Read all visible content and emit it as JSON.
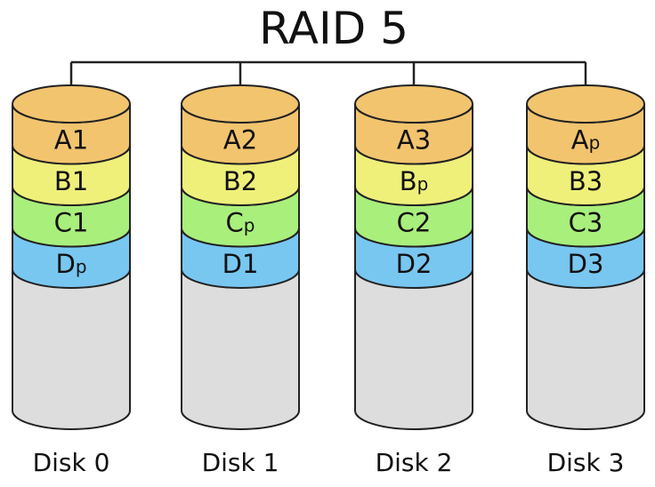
{
  "title": "RAID 5",
  "colors": {
    "row_a": "#f2c46e",
    "row_b": "#eff07a",
    "row_c": "#a9ef7c",
    "row_d": "#78c7f1",
    "empty": "#dddddd",
    "stroke": "#222222"
  },
  "disks": [
    {
      "name": "Disk 0",
      "blocks": [
        {
          "base": "A",
          "sub": "1"
        },
        {
          "base": "B",
          "sub": "1"
        },
        {
          "base": "C",
          "sub": "1"
        },
        {
          "base": "D",
          "sub": "p"
        }
      ]
    },
    {
      "name": "Disk 1",
      "blocks": [
        {
          "base": "A",
          "sub": "2"
        },
        {
          "base": "B",
          "sub": "2"
        },
        {
          "base": "C",
          "sub": "p"
        },
        {
          "base": "D",
          "sub": "1"
        }
      ]
    },
    {
      "name": "Disk 2",
      "blocks": [
        {
          "base": "A",
          "sub": "3"
        },
        {
          "base": "B",
          "sub": "p"
        },
        {
          "base": "C",
          "sub": "2"
        },
        {
          "base": "D",
          "sub": "2"
        }
      ]
    },
    {
      "name": "Disk 3",
      "blocks": [
        {
          "base": "A",
          "sub": "p"
        },
        {
          "base": "B",
          "sub": "3"
        },
        {
          "base": "C",
          "sub": "3"
        },
        {
          "base": "D",
          "sub": "3"
        }
      ]
    }
  ]
}
